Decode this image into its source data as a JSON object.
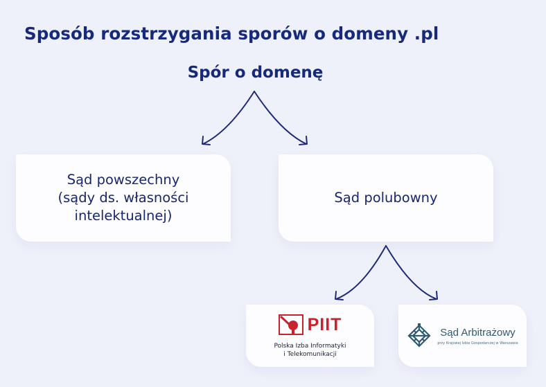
{
  "title": "Sposób rozstrzygania sporów o domeny .pl",
  "root": {
    "label": "Spór o domenę"
  },
  "branches": {
    "court": {
      "lines": [
        "Sąd powszechny",
        "(sądy ds. własności",
        "intelektualnej)"
      ]
    },
    "arbitration": {
      "label": "Sąd polubowny"
    }
  },
  "arbitration_options": {
    "piit": {
      "logo_text": "PIIT",
      "name_lines": [
        "Polska Izba Informatyki",
        "i Telekomunikacji"
      ]
    },
    "sad_arbitrazowy": {
      "logo_text": "Sąd Arbitrażowy",
      "subtext": "przy Krajowej Izbie Gospodarczej w Warszawie"
    }
  },
  "colors": {
    "background": "#eff1fa",
    "title": "#16297a",
    "box": "#fdfdff",
    "box_text": "#18266d",
    "arrow": "#1e2a78",
    "piit_red": "#c8232c",
    "sad_teal": "#2f5a71"
  }
}
